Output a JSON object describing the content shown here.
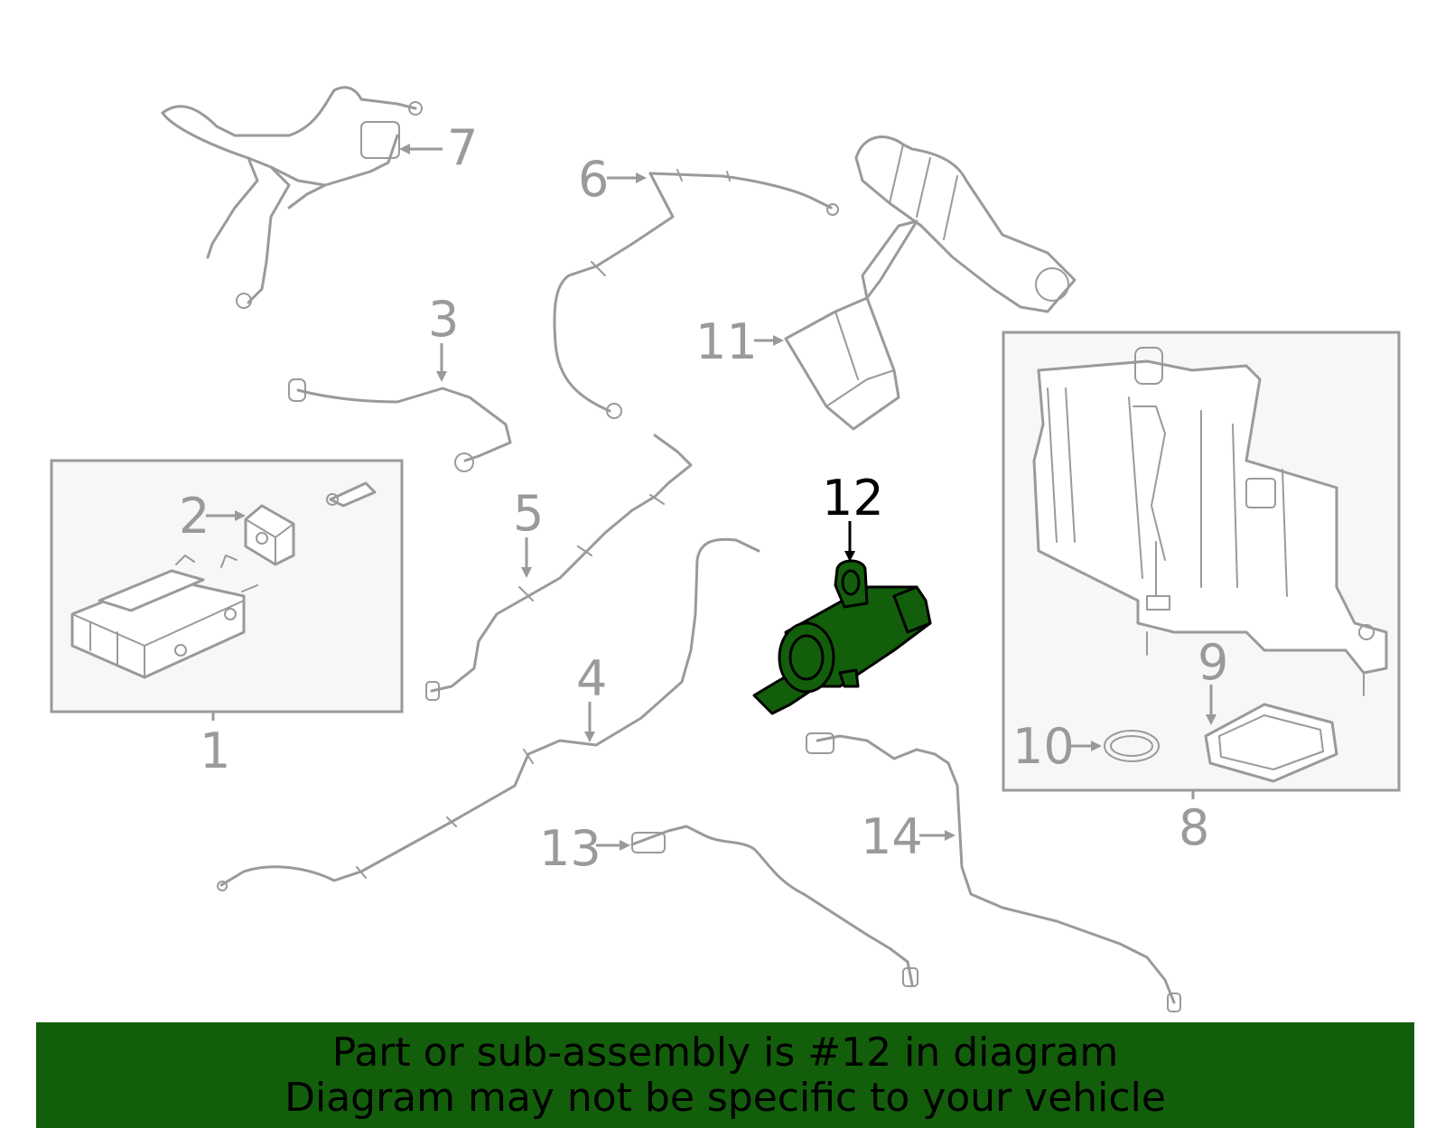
{
  "callouts": {
    "c1": "1",
    "c2": "2",
    "c3": "3",
    "c4": "4",
    "c5": "5",
    "c6": "6",
    "c7": "7",
    "c8": "8",
    "c9": "9",
    "c10": "10",
    "c11": "11",
    "c12": "12",
    "c13": "13",
    "c14": "14"
  },
  "highlighted_part": "12",
  "colors": {
    "highlight": "#135e0b",
    "lines": "#9a9a9a",
    "banner": "#135e0b"
  },
  "banner": {
    "line1": "Part or sub-assembly is #12 in diagram",
    "line2": "Diagram may not be specific to your vehicle"
  }
}
